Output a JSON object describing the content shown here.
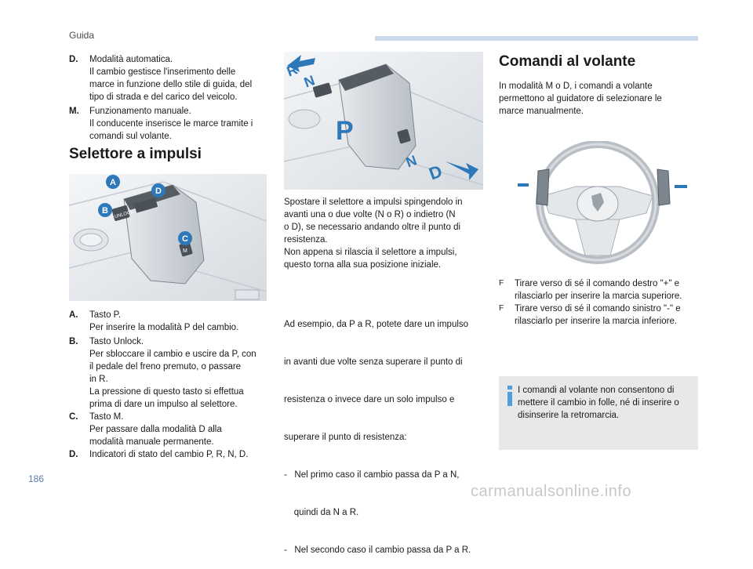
{
  "header": {
    "section": "Guida"
  },
  "footer": {
    "page_number": "186",
    "watermark": "carmanualsonline.info"
  },
  "modes": [
    {
      "key": "D.",
      "lines": [
        "Modalità automatica.",
        "Il cambio gestisce l'inserimento delle",
        "marce in funzione dello stile di guida, del",
        "tipo di strada e del carico del veicolo."
      ]
    },
    {
      "key": "M.",
      "lines": [
        "Funzionamento manuale.",
        "Il conducente inserisce le marce tramite i",
        "comandi sul volante."
      ]
    }
  ],
  "selector": {
    "title": "Selettore a impulsi",
    "image_labels": {
      "a": "A",
      "b": "B",
      "c": "C",
      "d": "D"
    },
    "image_text": {
      "unlock": "UNLOCK",
      "p": "P",
      "r": "R",
      "n": "N",
      "d": "D",
      "m": "M"
    },
    "items": [
      {
        "key": "A.",
        "lines": [
          "Tasto P.",
          "Per inserire la modalità P del cambio."
        ]
      },
      {
        "key": "B.",
        "lines": [
          "Tasto Unlock.",
          "Per sbloccare il cambio e uscire da P, con",
          "il pedale del freno premuto, o passare",
          "in R.",
          "La pressione di questo tasto si effettua",
          "prima di dare un impulso al selettore."
        ]
      },
      {
        "key": "C.",
        "lines": [
          "Tasto M.",
          "Per passare dalla modalità D alla",
          "modalità manuale permanente."
        ]
      },
      {
        "key": "D.",
        "lines": [
          "Indicatori di stato del cambio P, R, N, D."
        ]
      }
    ]
  },
  "middle": {
    "para1": [
      "Spostare il selettore a impulsi spingendolo in",
      "avanti una o due volte (N o R) o indietro (N",
      "o D), se necessario andando oltre il punto di",
      "resistenza.",
      "Non appena si rilascia il selettore a impulsi,",
      "questo torna alla sua posizione iniziale."
    ],
    "para2": [
      "Ad esempio, da P a R, potete dare un impulso",
      "in avanti due volte senza superare il punto di",
      "resistenza o invece dare un solo impulso e",
      "superare il punto di resistenza:",
      "-   Nel primo caso il cambio passa da P a N,",
      "    quindi da N a R.",
      "-   Nel secondo caso il cambio passa da P a R."
    ]
  },
  "wheel": {
    "title": "Comandi al volante",
    "intro": [
      "In modalità M o D, i comandi a volante",
      "permettono al guidatore di selezionare le",
      "marce manualmente."
    ],
    "bullets": [
      {
        "marker": "F",
        "lines": [
          "Tirare verso di sé il comando destro \"+\" e",
          "rilasciarlo per inserire la marcia superiore."
        ]
      },
      {
        "marker": "F",
        "lines": [
          "Tirare verso di sé il comando sinistro \"-\" e",
          "rilasciarlo per inserire la marcia inferiore."
        ]
      }
    ],
    "info": [
      "I comandi al volante non consentono di",
      "mettere il cambio in folle, né di inserire o",
      "disinserire la retromarcia."
    ]
  },
  "colors": {
    "accent_blue": "#2d78b8",
    "pale_bar": "#c9dbeb",
    "info_bg": "#e8e8e8"
  }
}
